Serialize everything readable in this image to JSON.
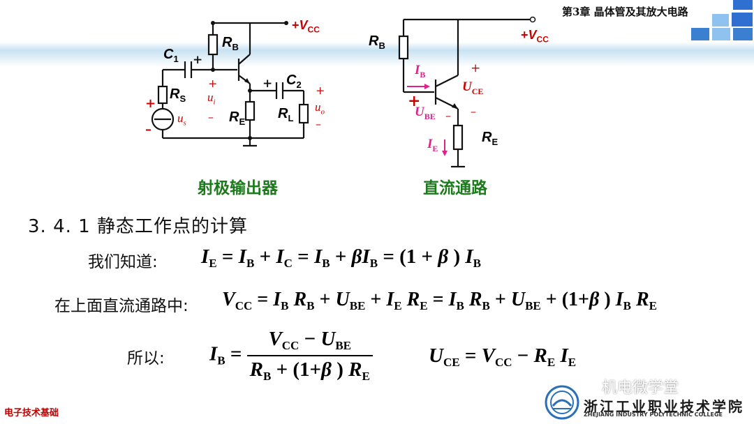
{
  "header": {
    "chapter_title": "第3章  晶体管及其放大电路"
  },
  "diagram_left": {
    "caption": "射极输出器",
    "labels": {
      "vcc_plus": "+",
      "vcc_v": "V",
      "vcc_sub": "CC",
      "rb": "R",
      "rb_sub": "B",
      "c1": "C",
      "c1_sub": "1",
      "c2": "C",
      "c2_sub": "2",
      "rs": "R",
      "rs_sub": "S",
      "re": "R",
      "re_sub": "E",
      "rl": "R",
      "rl_sub": "L",
      "ui": "u",
      "ui_sub": "i",
      "uo": "u",
      "uo_sub": "o",
      "us": "u",
      "us_sub": "s",
      "plus": "+",
      "minus": "–"
    }
  },
  "diagram_right": {
    "caption": "直流通路",
    "labels": {
      "rb": "R",
      "rb_sub": "B",
      "re": "R",
      "re_sub": "E",
      "vcc_plus": "+",
      "vcc_v": "V",
      "vcc_sub": "CC",
      "ib": "I",
      "ib_sub": "B",
      "ie": "I",
      "ie_sub": "E",
      "uce": "U",
      "uce_sub": "CE",
      "ube": "U",
      "ube_sub": "BE",
      "plus": "+",
      "minus": "–"
    }
  },
  "section": {
    "heading": "3. 4. 1   静态工作点的计算"
  },
  "lines": {
    "l1_label": "我们知道:",
    "l2_label": "在上面直流通路中:",
    "l3_label": "所以:"
  },
  "footer": {
    "left_text": "电子技术基础",
    "school_cn": "浙江工业职业技术学院",
    "school_en": "ZHEJIANG INDUSTRY POLYTECHNIC COLLEGE",
    "watermark": "机电微学堂"
  },
  "colors": {
    "accent_red": "#cc0000",
    "accent_magenta": "#e0208c",
    "caption_green": "#1c7a1c",
    "banner_blue": "#c8e2f3",
    "square_blue": "#3a7fd0"
  }
}
